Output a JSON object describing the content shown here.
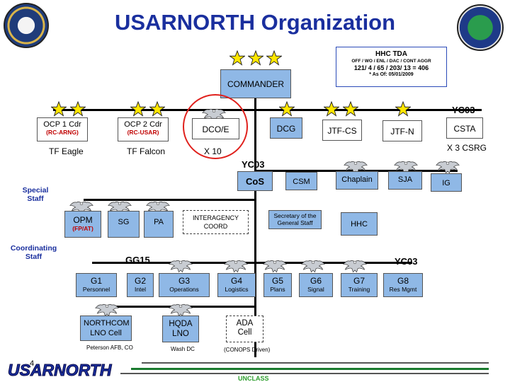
{
  "title": "USARNORTH Organization",
  "seals": {
    "left_icon": "department-of-defense-seal",
    "right_icon": "us-army-north-fifth-army-seal"
  },
  "hhc_tda": {
    "line1": "HHC  TDA",
    "line2": "OFF / WO / ENL  /  DAC  / CONT   AGGR",
    "line3": "121/ 4 / 65 / 203/ 13  =  406",
    "line4": "*  As Of:  05/01/2009"
  },
  "commander": "COMMANDER",
  "top_row": {
    "ocp1": {
      "title": "OCP 1 Cdr",
      "sub": "(RC-ARNG)",
      "caption": "TF Eagle"
    },
    "ocp2": {
      "title": "OCP 2 Cdr",
      "sub": "(RC-USAR)",
      "caption": "TF Falcon"
    },
    "dcoe": {
      "title": "DCO/E",
      "caption": "X 10"
    },
    "dcg": {
      "title": "DCG"
    },
    "jtfcs": {
      "title": "JTF-CS"
    },
    "jtfn": {
      "title": "JTF-N"
    },
    "csta": {
      "title": "CSTA",
      "yc": "YC03",
      "caption": "X 3 CSRG"
    }
  },
  "cos": {
    "title": "CoS",
    "yc": "YC03"
  },
  "staff_row": {
    "csm": "CSM",
    "chaplain": "Chaplain",
    "sja": "SJA",
    "ig": "IG"
  },
  "special_staff": {
    "label": "Special Staff",
    "opm": "OPM",
    "opm_sub": "(FP/AT)",
    "sg": "SG",
    "pa": "PA",
    "interagency": "INTERAGENCY COORD",
    "secretary": "Secretary of the General Staff",
    "hhc": "HHC"
  },
  "coordinating_staff": {
    "label": "Coordinating Staff",
    "yc_left": "GG15",
    "yc_right": "YC03",
    "items": [
      {
        "title": "G1",
        "sub": "Personnel"
      },
      {
        "title": "G2",
        "sub": "Intel"
      },
      {
        "title": "G3",
        "sub": "Operations"
      },
      {
        "title": "G4",
        "sub": "Logistics"
      },
      {
        "title": "G5",
        "sub": "Plans"
      },
      {
        "title": "G6",
        "sub": "Signal"
      },
      {
        "title": "G7",
        "sub": "Training"
      },
      {
        "title": "G8",
        "sub": "Res Mgmt"
      }
    ]
  },
  "bottom": {
    "northcom": "NORTHCOM LNO Cell",
    "northcom_caption": "Peterson AFB, CO",
    "hqda": "HQDA LNO",
    "hqda_caption": "Wash DC",
    "ada": "ADA Cell",
    "ada_caption": "(CONOPS Driven)"
  },
  "footer": {
    "page_number": "4",
    "logo_text": "USARNORTH",
    "classification": "UNCLASS"
  },
  "colors": {
    "title": "#1a2f9e",
    "box_fill": "#8fb8e6",
    "star": "#ffe600",
    "highlight_circle": "#e0201c",
    "classification": "#2e9e2e"
  }
}
